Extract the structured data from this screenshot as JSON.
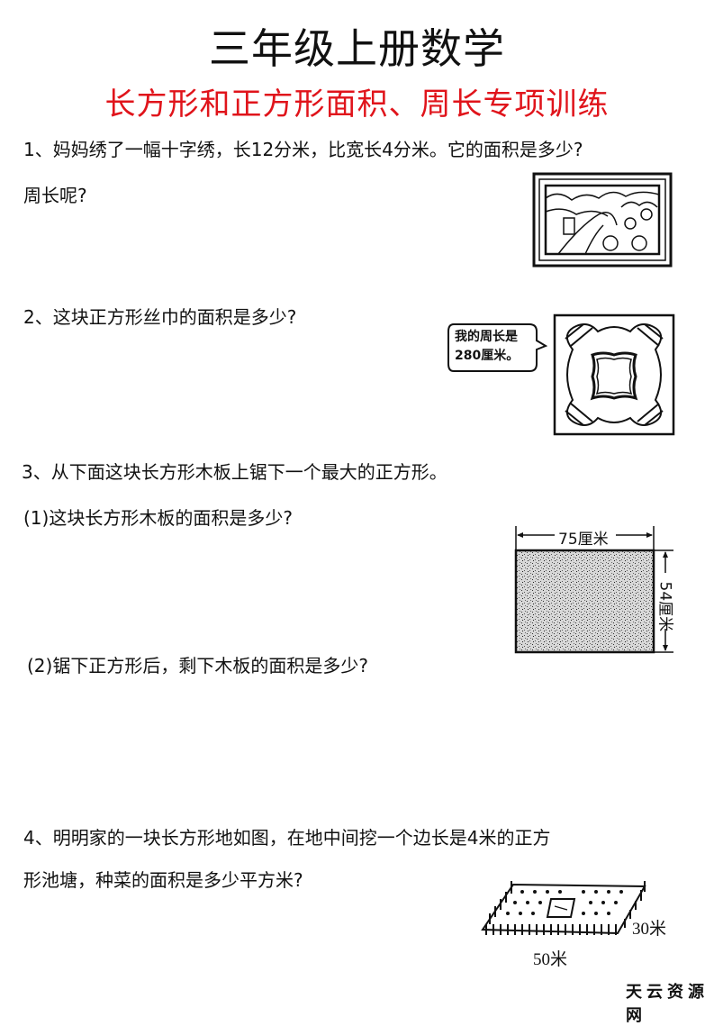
{
  "header": {
    "title": "三年级上册数学",
    "subtitle": "长方形和正方形面积、周长专项训练"
  },
  "questions": [
    {
      "number": "1",
      "lines": [
        "1、妈妈绣了一幅十字绣，长12分米，比宽长4分米。它的面积是多少?",
        "周长呢?"
      ],
      "figure": "cross-stitch-picture"
    },
    {
      "number": "2",
      "lines": [
        "2、这块正方形丝巾的面积是多少?"
      ],
      "figure": "square-silk-scarf",
      "speech_bubble": [
        "我的周长是",
        "280厘米。"
      ]
    },
    {
      "number": "3",
      "lines": [
        "3、从下面这块长方形木板上锯下一个最大的正方形。"
      ],
      "sub_questions": [
        "(1)这块长方形木板的面积是多少?",
        "(2)锯下正方形后，剩下木板的面积是多少?"
      ],
      "figure": "rectangular-board",
      "dimensions": {
        "width": "75厘米",
        "height": "54厘米"
      }
    },
    {
      "number": "4",
      "lines": [
        "4、明明家的一块长方形地如图，在地中间挖一个边长是4米的正方",
        "形池塘，种菜的面积是多少平方米?"
      ],
      "figure": "vegetable-field",
      "dimensions": {
        "length": "50米",
        "width": "30米"
      }
    }
  ],
  "watermark": "天云资源网",
  "colors": {
    "subtitle": "#e0141b",
    "text": "#111111"
  }
}
